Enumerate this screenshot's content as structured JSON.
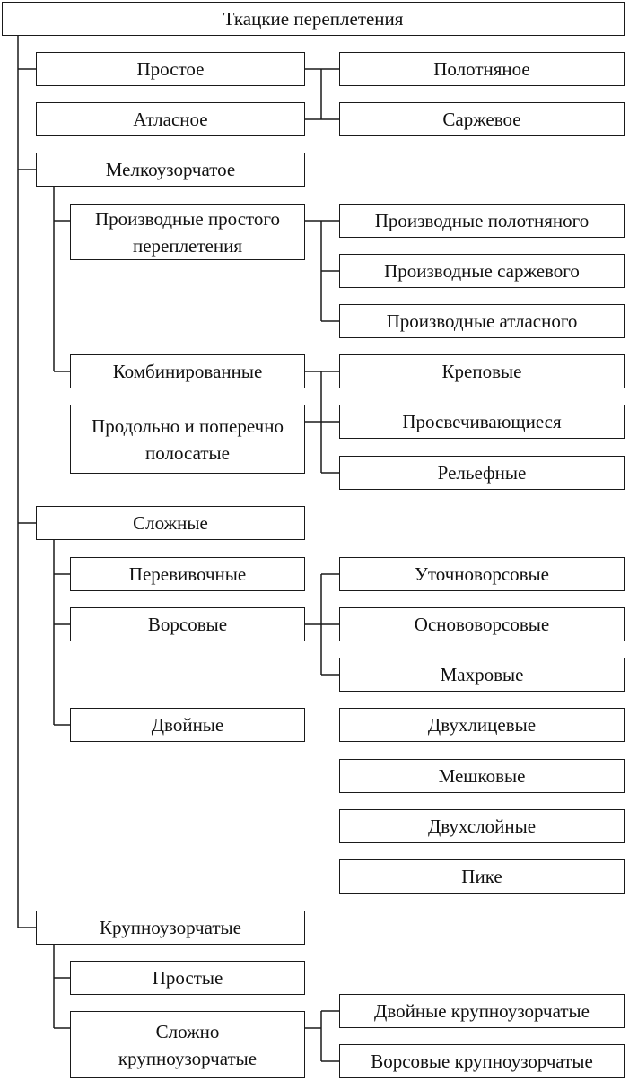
{
  "diagram": {
    "title": "Ткацкие переплетения",
    "nodes": {
      "simple": "Простое",
      "satin": "Атласное",
      "plain": "Полотняное",
      "twill": "Саржевое",
      "small_pattern": "Мелкоузорчатое",
      "deriv_simple": "Производные простого\nпереплетения",
      "deriv_plain": "Производные полотняного",
      "deriv_twill": "Производные саржевого",
      "deriv_satin": "Производные атласного",
      "combined": "Комбинированные",
      "striped": "Продольно и поперечно\nполосатые",
      "crepe": "Креповые",
      "translucent": "Просвечивающиеся",
      "relief": "Рельефные",
      "complex": "Сложные",
      "leno": "Перевивочные",
      "pile": "Ворсовые",
      "double": "Двойные",
      "weft_pile": "Уточноворсовые",
      "warp_pile": "Основоворсовые",
      "terry": "Махровые",
      "two_face": "Двухлицевые",
      "bag": "Мешковые",
      "two_layer": "Двухслойные",
      "pique": "Пике",
      "large_pattern": "Крупноузорчатые",
      "simple_large": "Простые",
      "complex_large": "Сложно\nкрупноузорчатые",
      "double_large": "Двойные крупноузорчатые",
      "pile_large": "Ворсовые крупноузорчатые"
    }
  }
}
